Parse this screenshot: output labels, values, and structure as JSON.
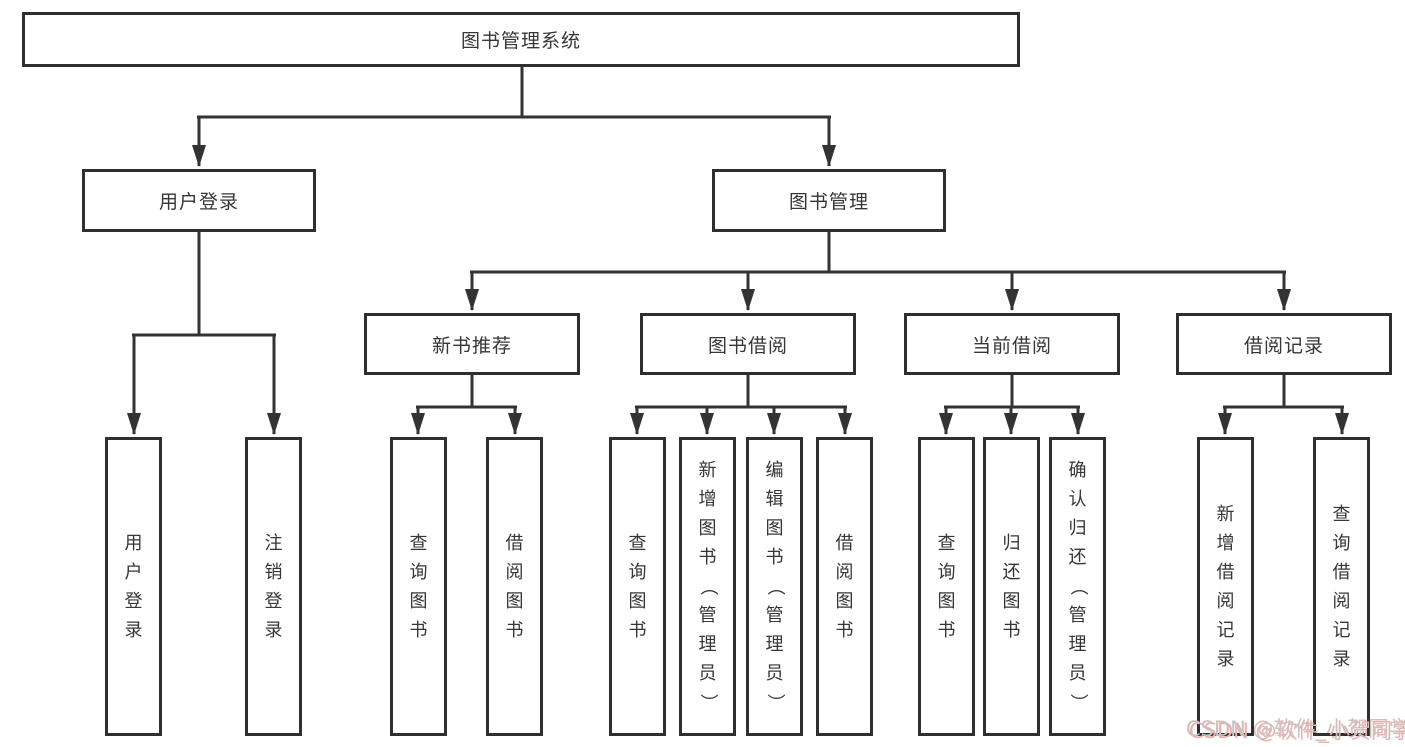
{
  "tree": {
    "root": {
      "label": "图书管理系统",
      "children": [
        {
          "label": "用户登录",
          "children": [
            {
              "label": "用户登录"
            },
            {
              "label": "注销登录"
            }
          ]
        },
        {
          "label": "图书管理",
          "children": [
            {
              "label": "新书推荐",
              "children": [
                {
                  "label": "查询图书"
                },
                {
                  "label": "借阅图书"
                }
              ]
            },
            {
              "label": "图书借阅",
              "children": [
                {
                  "label": "查询图书"
                },
                {
                  "label": "新增图书（管理员）"
                },
                {
                  "label": "编辑图书（管理员）"
                },
                {
                  "label": "借阅图书"
                }
              ]
            },
            {
              "label": "当前借阅",
              "children": [
                {
                  "label": "查询图书"
                },
                {
                  "label": "归还图书"
                },
                {
                  "label": "确认归还（管理员）"
                }
              ]
            },
            {
              "label": "借阅记录",
              "children": [
                {
                  "label": "新增借阅记录"
                },
                {
                  "label": "查询借阅记录"
                }
              ]
            }
          ]
        }
      ]
    }
  },
  "watermark": {
    "text": "CSDN @软件_小贺同学"
  },
  "colors": {
    "line": "#333333",
    "box_border": "#2f2f2f",
    "box_fill": "#ffffff",
    "text": "#363636",
    "background": "#ffffff",
    "watermark_text": "#c4c4c4",
    "watermark_shadow": "#f6aba4"
  }
}
